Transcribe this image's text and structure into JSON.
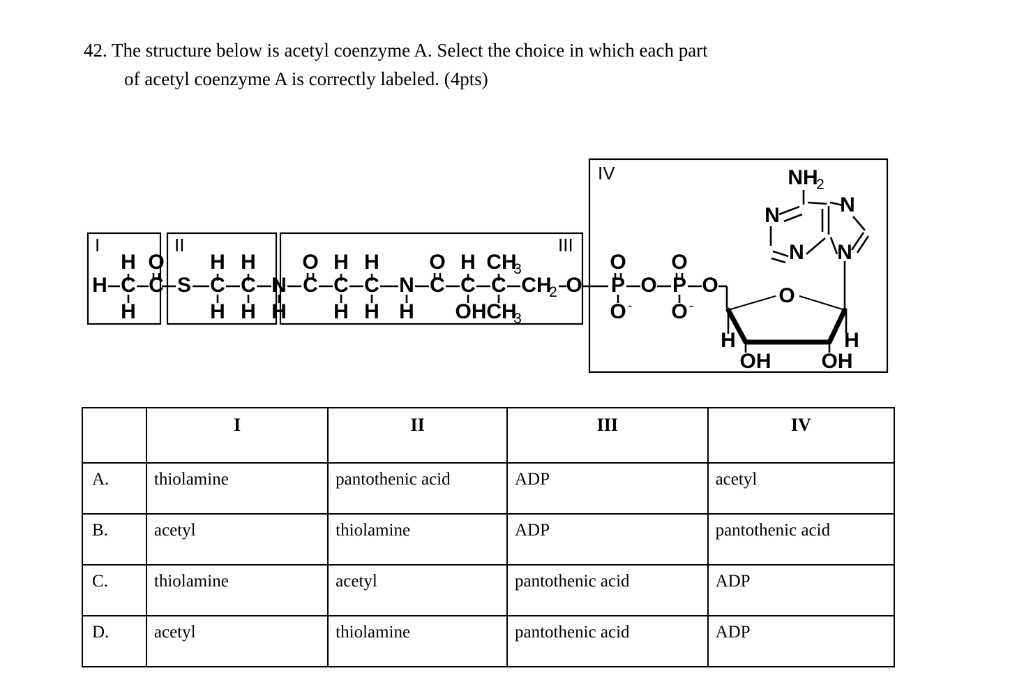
{
  "question": {
    "number": "42.",
    "line1": "The structure below is acetyl coenzyme A.  Select the choice in which each part",
    "line2": "of acetyl coenzyme A is correctly labeled. (4pts)"
  },
  "structure": {
    "region_labels": {
      "I": "I",
      "II": "II",
      "III": "III",
      "IV": "IV"
    },
    "region_I": {
      "name": "acetyl group",
      "atoms": [
        "H",
        "C",
        "C",
        "O",
        "H",
        "H"
      ],
      "formula_text": "H-C(H)(H)-C(=O)-"
    },
    "region_II": {
      "name": "thiolamine",
      "atoms": [
        "S",
        "C",
        "C",
        "N",
        "H",
        "H",
        "H",
        "H",
        "H"
      ],
      "formula_text": "-S-CH2-CH2-NH-"
    },
    "region_III": {
      "name": "pantothenic acid",
      "atoms": [
        "O",
        "C",
        "C",
        "C",
        "N",
        "C",
        "C",
        "C",
        "CH2",
        "O"
      ],
      "labels": [
        "O",
        "H",
        "H",
        "O",
        "H",
        "CH3",
        "H",
        "H",
        "H",
        "OH",
        "CH3",
        "CH2"
      ],
      "formula_text": "-C(=O)-CH2-CH2-NH-C(=O)-CH(OH)-C(CH3)2-CH2-O-"
    },
    "region_IV": {
      "name": "ADP",
      "phosphate_labels": [
        "O",
        "P",
        "O",
        "O",
        "P",
        "O",
        "O",
        "O"
      ],
      "phosphate_charges": [
        "O⁻",
        "O⁻"
      ],
      "adenine_labels": [
        "NH",
        "N",
        "N",
        "N",
        "N"
      ],
      "adenine_amine": "NH",
      "adenine_amine_sub": "2",
      "ribose_labels": [
        "O",
        "H",
        "H",
        "OH",
        "OH"
      ]
    },
    "atom_text": {
      "H": "H",
      "C": "C",
      "O": "O",
      "N": "N",
      "S": "S",
      "P": "P",
      "OH": "OH",
      "CH2": "CH",
      "CH3": "CH",
      "NH2": "NH",
      "sub2": "2",
      "sub3": "3",
      "minus": "−"
    }
  },
  "table": {
    "headers": [
      "",
      "I",
      "II",
      "III",
      "IV"
    ],
    "rows": [
      {
        "label": "A.",
        "I": "thiolamine",
        "II": "pantothenic acid",
        "III": "ADP",
        "IV": "acetyl"
      },
      {
        "label": "B.",
        "I": "acetyl",
        "II": "thiolamine",
        "III": "ADP",
        "IV": "pantothenic acid"
      },
      {
        "label": "C.",
        "I": "thiolamine",
        "II": "acetyl",
        "III": "pantothenic acid",
        "IV": "ADP"
      },
      {
        "label": "D.",
        "I": "acetyl",
        "II": "thiolamine",
        "III": "pantothenic acid",
        "IV": "ADP"
      }
    ]
  },
  "colors": {
    "ink": "#000000",
    "paper": "#ffffff"
  }
}
